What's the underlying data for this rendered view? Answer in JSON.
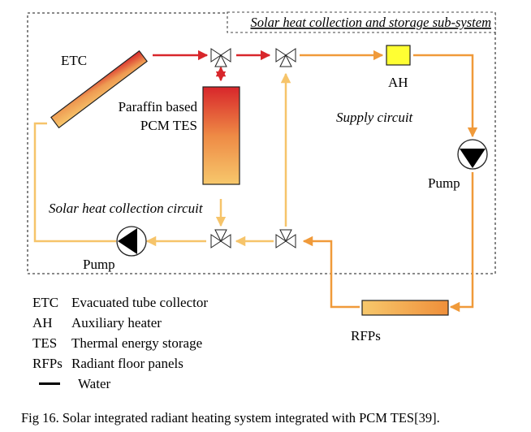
{
  "subsystem_title": "Solar heat collection and storage sub-system",
  "components": {
    "etc": "ETC",
    "tes_line1": "Paraffin based",
    "tes_line2": "PCM TES",
    "ah": "AH",
    "pump_supply": "Pump",
    "pump_collection": "Pump",
    "rfps": "RFPs"
  },
  "circuits": {
    "supply": "Supply circuit",
    "collection": "Solar heat collection circuit"
  },
  "legend": [
    {
      "abbr": "ETC",
      "text": "Evacuated tube collector"
    },
    {
      "abbr": "AH",
      "text": "Auxiliary heater"
    },
    {
      "abbr": "TES",
      "text": "Thermal energy storage"
    },
    {
      "abbr": "RFPs",
      "text": "Radiant floor panels"
    }
  ],
  "legend_water": "Water",
  "caption": "Fig 16.  Solar integrated radiant heating system integrated with PCM TES[39].",
  "colors": {
    "hot": "#d8262b",
    "warm": "#f09a3a",
    "cool": "#f6c46a",
    "heater": "#ffff33"
  }
}
